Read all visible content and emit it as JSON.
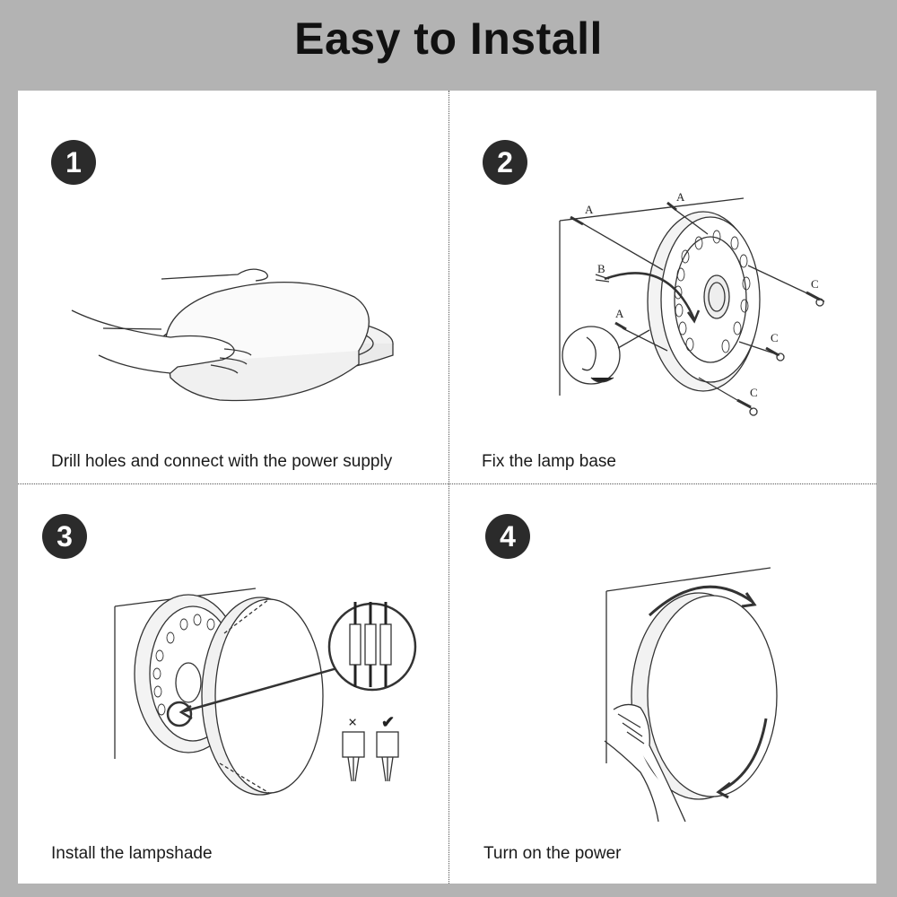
{
  "title": "Easy to Install",
  "steps": [
    {
      "number": "1",
      "caption": "Drill holes and connect with the power supply",
      "icon": "step-1-badge"
    },
    {
      "number": "2",
      "caption": "Fix the lamp base",
      "icon": "step-2-badge"
    },
    {
      "number": "3",
      "caption": "Install the lampshade",
      "icon": "step-3-badge"
    },
    {
      "number": "4",
      "caption": "Turn on the power",
      "icon": "step-4-badge"
    }
  ],
  "labels": {
    "a": "A",
    "b": "B",
    "c": "C",
    "wrong": "×",
    "right": "✔"
  },
  "colors": {
    "background": "#b3b3b3",
    "panel": "#ffffff",
    "badge": "#2b2b2b",
    "line": "#333333"
  }
}
